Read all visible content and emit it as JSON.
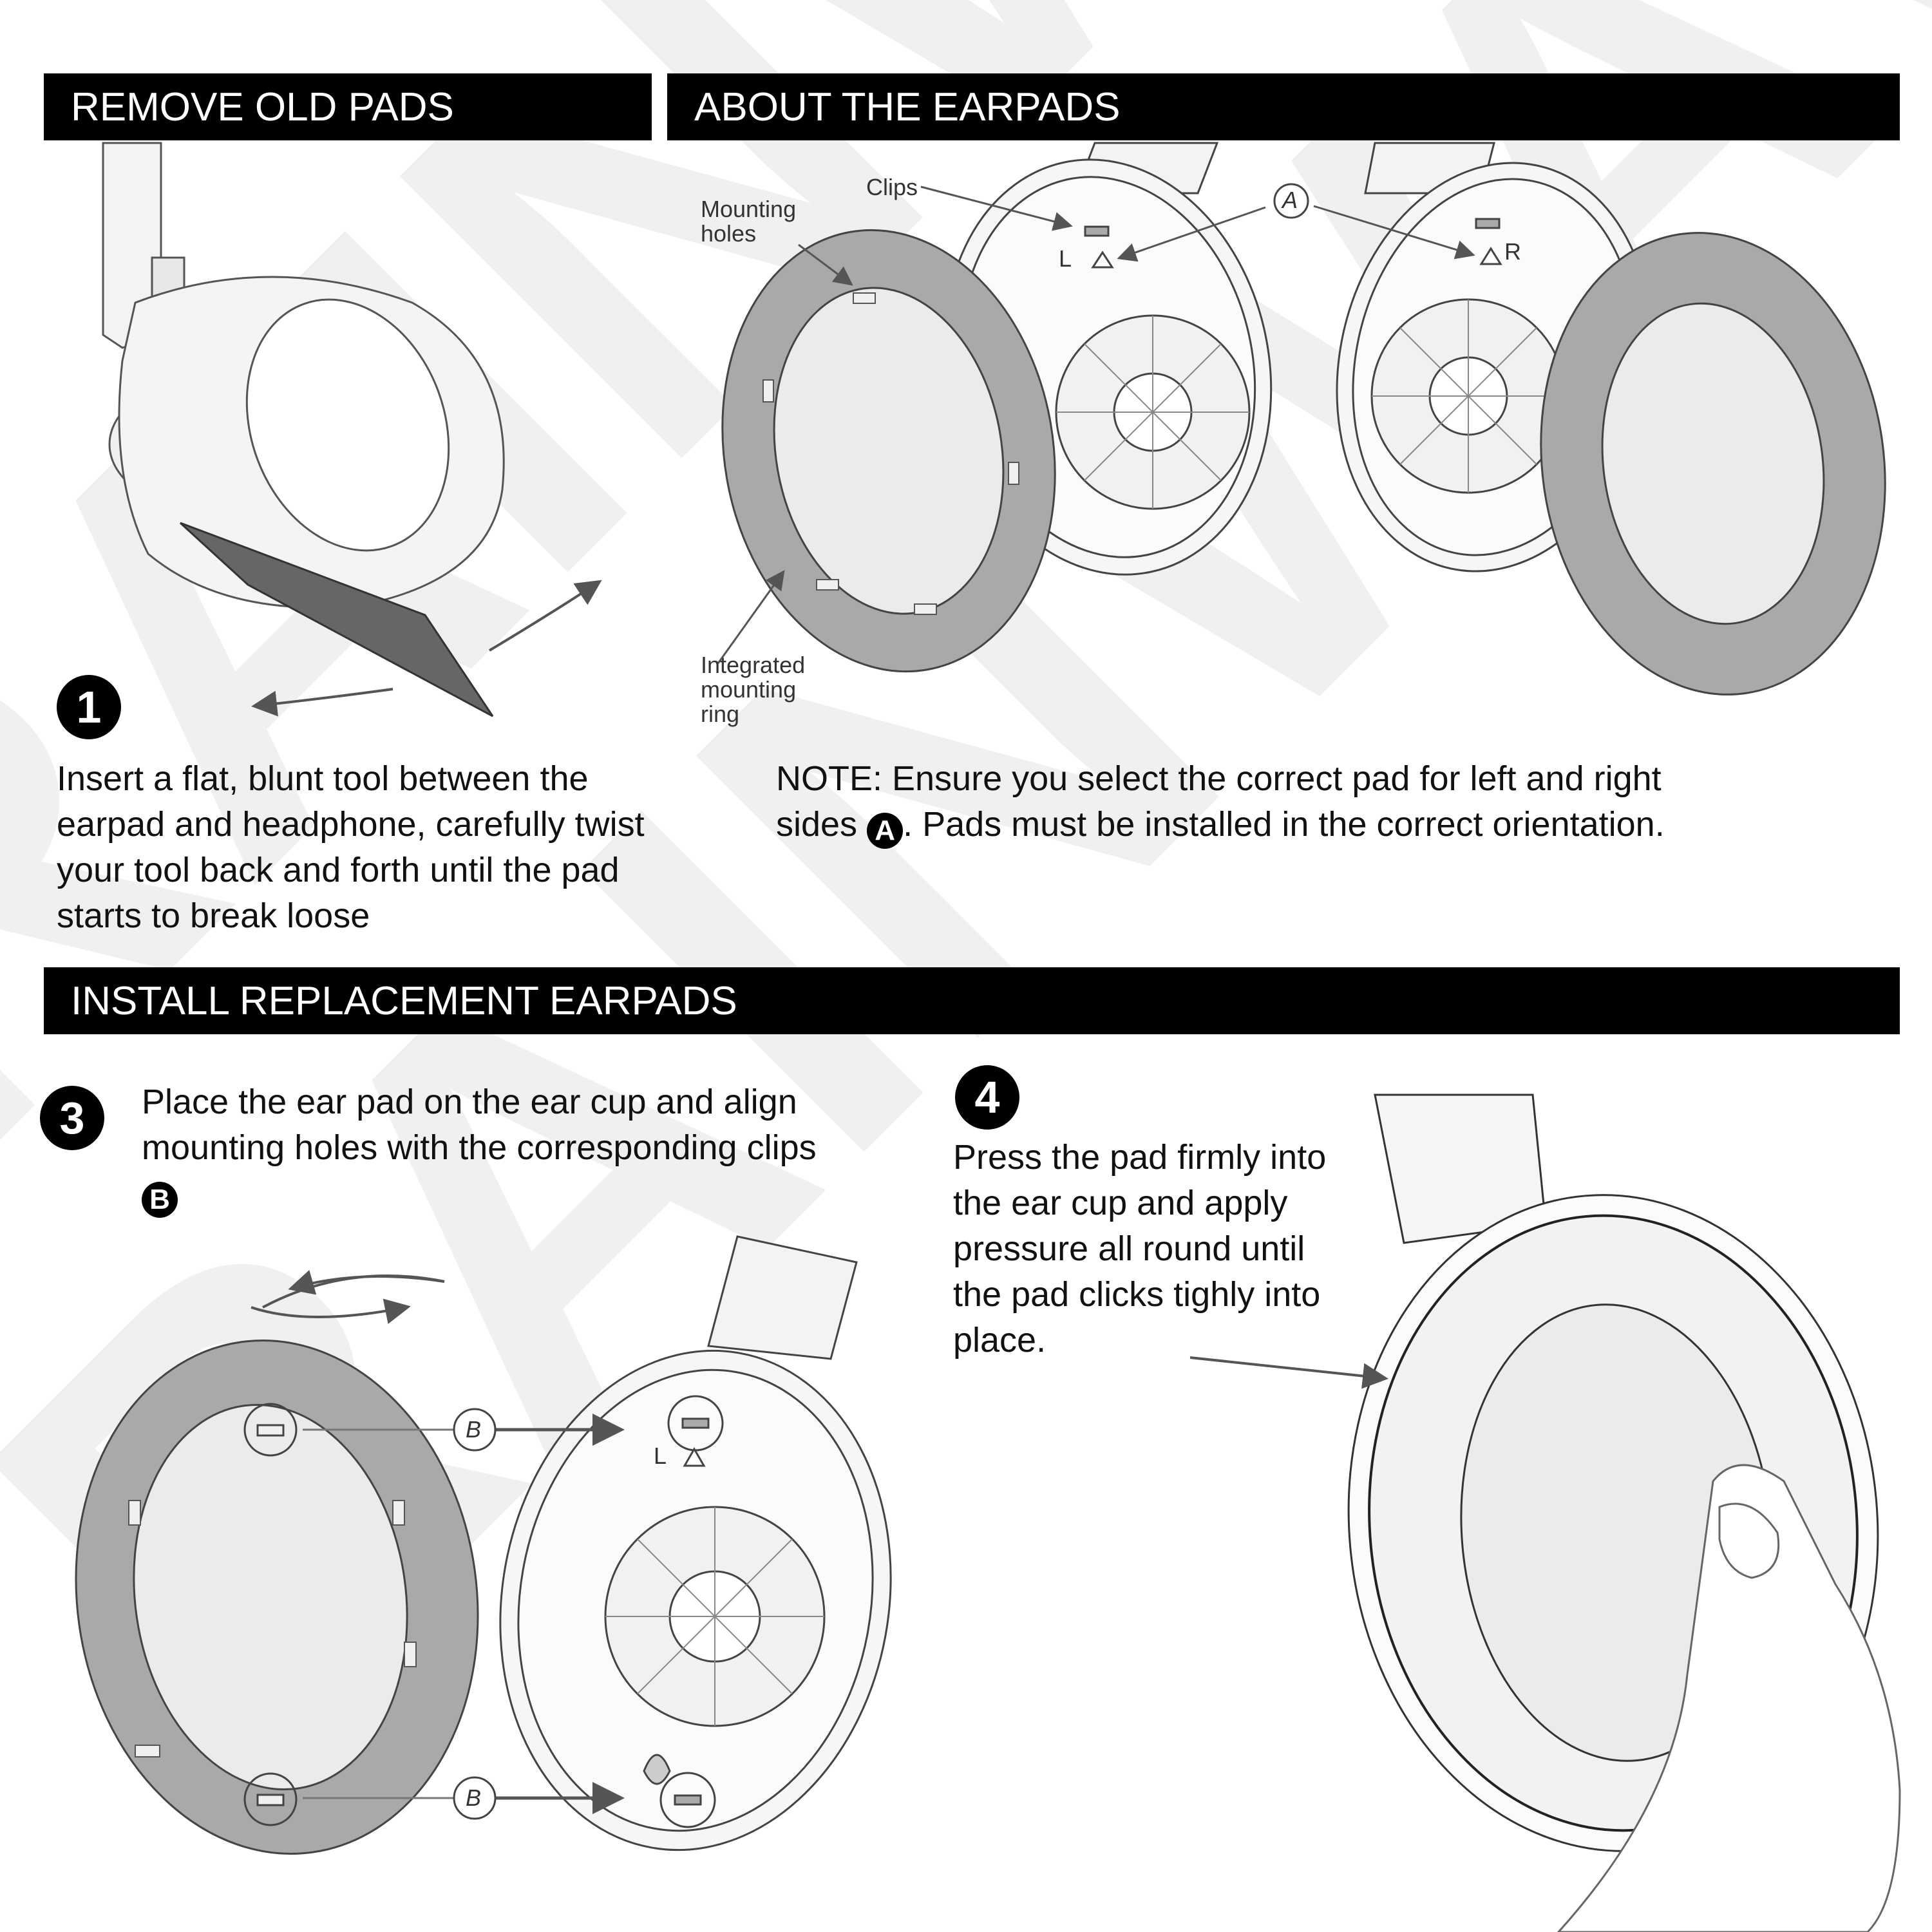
{
  "sections": {
    "remove": "REMOVE OLD PADS",
    "about": "ABOUT THE EARPADS",
    "install": "INSTALL REPLACEMENT EARPADS"
  },
  "steps": {
    "step1": {
      "number": "1",
      "text_lines": [
        "Insert a flat, blunt tool between the",
        "earpad and headphone, carefully twist",
        "your tool back and forth until the pad",
        "starts to break loose"
      ]
    },
    "note": {
      "line1": "NOTE: Ensure you select the correct pad for left and right",
      "line2_prefix": "sides ",
      "badge": "A",
      "line2_suffix": ". Pads must be installed in the correct orientation."
    },
    "step3": {
      "number": "3",
      "text_lines": [
        "Place the ear pad on the ear cup and align",
        "mounting holes with the corresponding clips"
      ],
      "badge": "B"
    },
    "step4": {
      "number": "4",
      "text_lines": [
        "Press the pad firmly into",
        "the ear cup and apply",
        "pressure all round until",
        "the pad clicks tighly into",
        "place."
      ]
    }
  },
  "diagram_labels": {
    "clips": "Clips",
    "mounting_holes_1": "Mounting",
    "mounting_holes_2": "holes",
    "integrated_1": "Integrated",
    "integrated_2": "mounting",
    "integrated_3": "ring",
    "callout_a": "A",
    "callout_b": "B",
    "left": "L",
    "right": "R"
  },
  "watermark": "RAINWAVZ",
  "colors": {
    "bar": "#000000",
    "pad_ring": "#a9a9a9",
    "cushion": "#ececec",
    "line": "#444444"
  }
}
